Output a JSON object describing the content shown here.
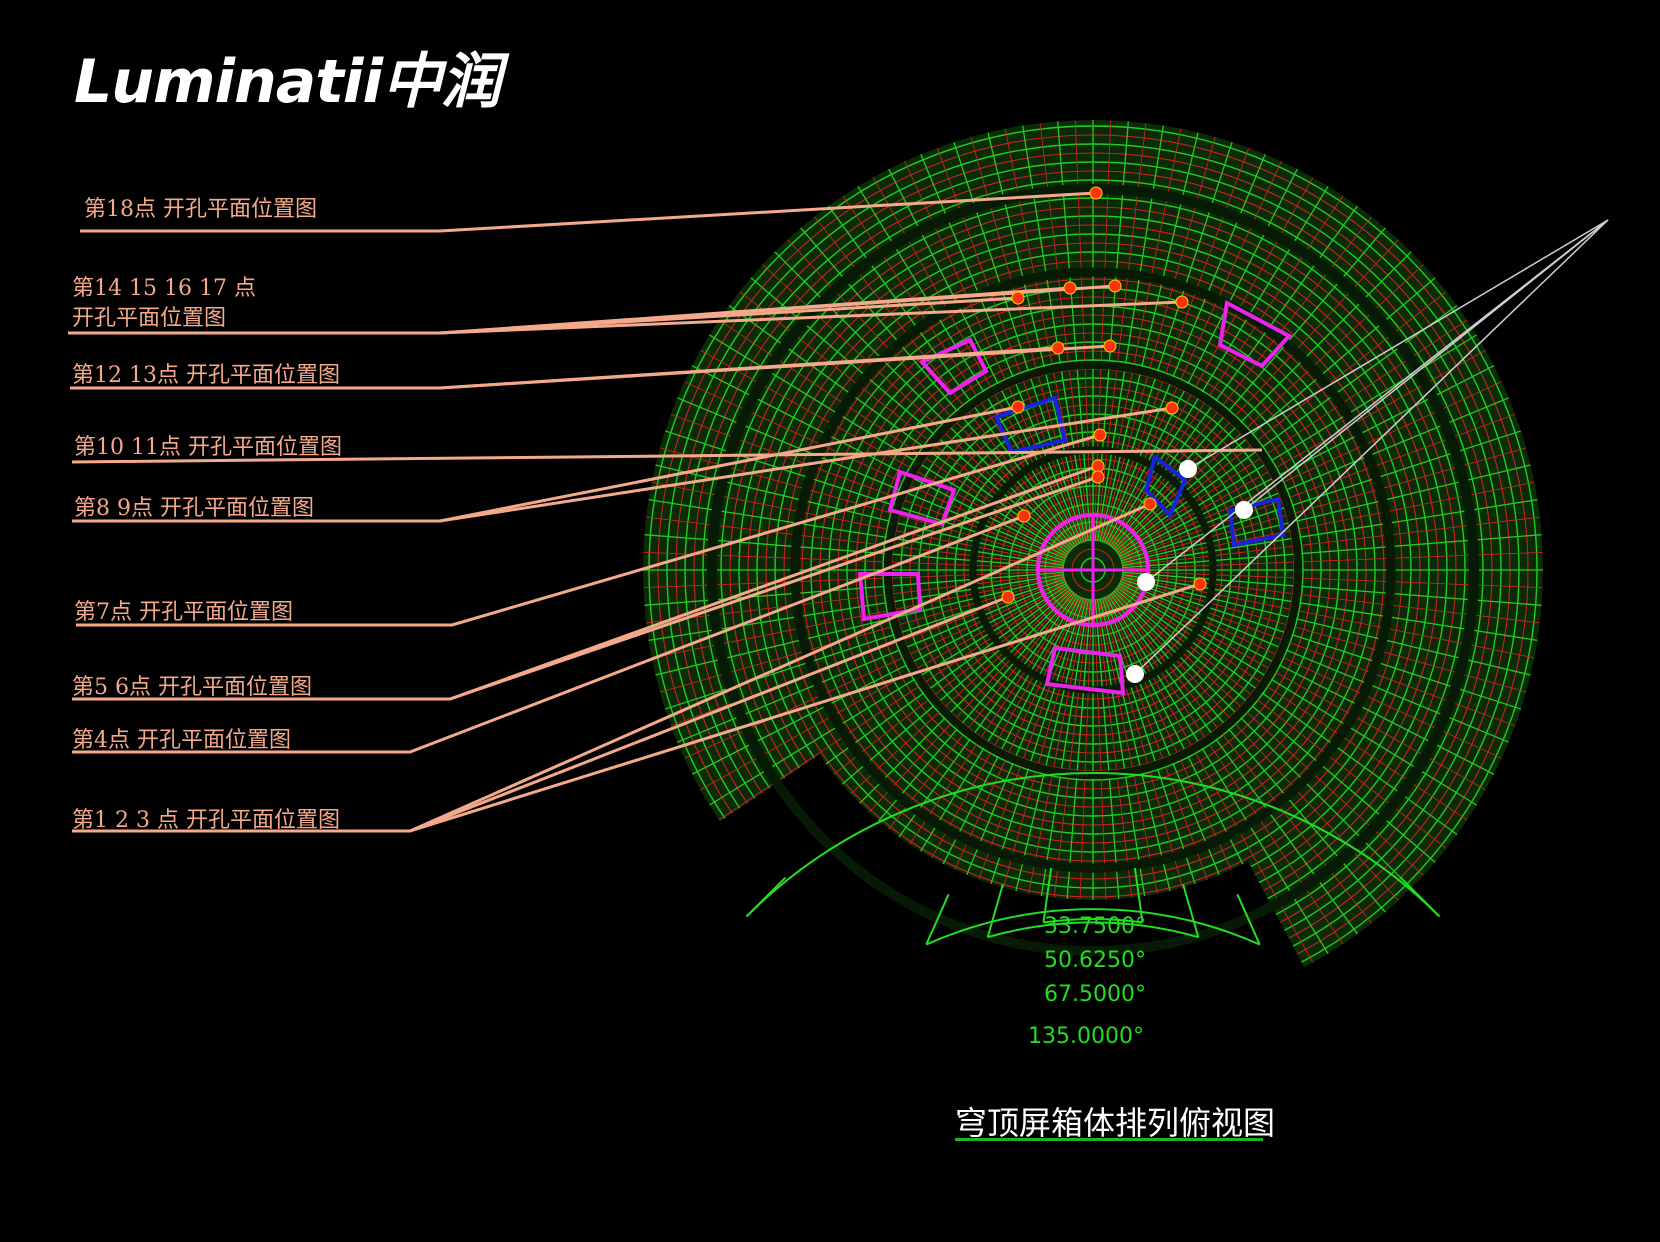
{
  "logo": {
    "text": "Luminatii中润"
  },
  "title": "穹顶屏箱体排列俯视图",
  "labels": [
    {
      "id": "p18",
      "line1": "第18点 开孔平面位置图",
      "line2": ""
    },
    {
      "id": "p14_17",
      "line1": "第14 15 16 17 点",
      "line2": "开孔平面位置图"
    },
    {
      "id": "p12_13",
      "line1": "第12 13点 开孔平面位置图",
      "line2": ""
    },
    {
      "id": "p10_11",
      "line1": "第10 11点 开孔平面位置图",
      "line2": ""
    },
    {
      "id": "p8_9",
      "line1": "第8 9点 开孔平面位置图",
      "line2": ""
    },
    {
      "id": "p7",
      "line1": "第7点 开孔平面位置图",
      "line2": ""
    },
    {
      "id": "p5_6",
      "line1": "第5 6点 开孔平面位置图",
      "line2": ""
    },
    {
      "id": "p4",
      "line1": "第4点 开孔平面位置图",
      "line2": ""
    },
    {
      "id": "p1_3",
      "line1": "第1 2 3 点 开孔平面位置图",
      "line2": ""
    }
  ],
  "angles": [
    "33.7500°",
    "50.6250°",
    "67.5000°",
    "135.0000°"
  ],
  "colors": {
    "grid_green": "#22cc22",
    "grid_red": "#cc2222",
    "leader": "#f4a98a",
    "marker_red": "#ff3010",
    "magenta": "#ee22ee",
    "blue": "#1a22dd",
    "white": "#ffffff",
    "background": "#000000"
  }
}
